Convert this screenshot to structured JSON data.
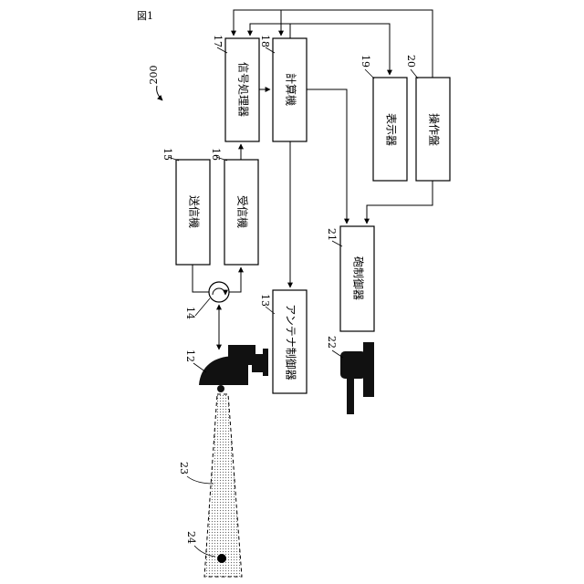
{
  "figure": {
    "title": "図1"
  },
  "system": {
    "ref": "200"
  },
  "blocks": {
    "transmitter": {
      "ref": "15",
      "label": "送信機"
    },
    "receiver": {
      "ref": "16",
      "label": "受信機"
    },
    "signal_proc": {
      "ref": "17",
      "label": "信号処理器"
    },
    "computer": {
      "ref": "18",
      "label": "計算機"
    },
    "display": {
      "ref": "19",
      "label": "表示器"
    },
    "console": {
      "ref": "20",
      "label": "操作盤"
    },
    "gun_ctrl": {
      "ref": "21",
      "label": "砲制御器"
    },
    "antenna_ctrl": {
      "ref": "13",
      "label": "アンテナ制御器"
    }
  },
  "parts": {
    "circulator": {
      "ref": "14"
    },
    "antenna": {
      "ref": "12"
    },
    "gun": {
      "ref": "22"
    },
    "beam": {
      "ref": "23"
    },
    "target": {
      "ref": "24"
    }
  }
}
